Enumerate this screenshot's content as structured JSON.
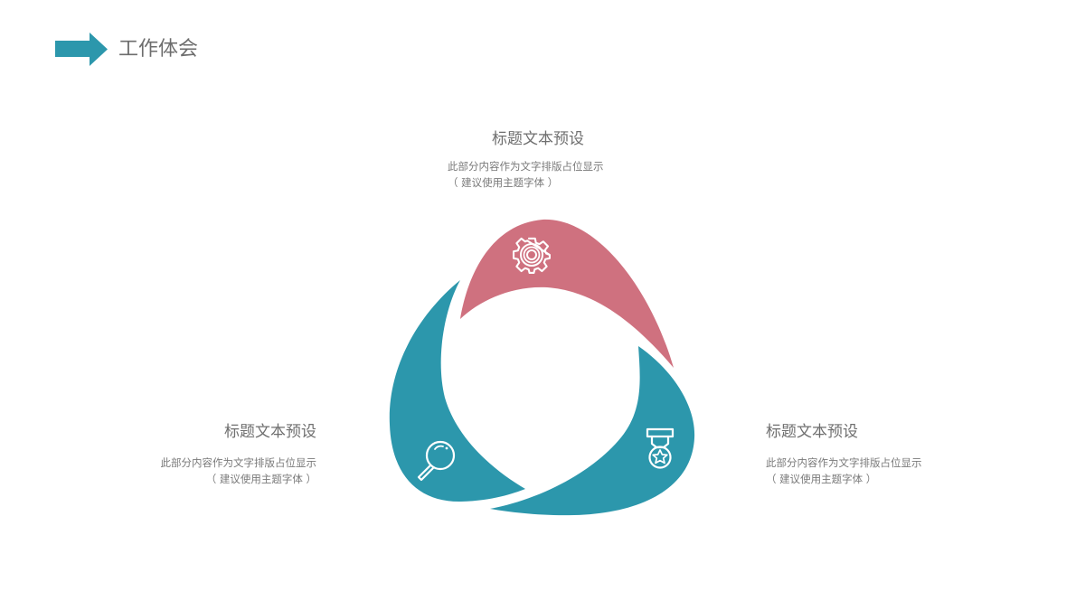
{
  "header": {
    "title": "工作体会",
    "icon": "arrow-right-icon",
    "accent_color": "#2C97AC"
  },
  "colors": {
    "teal": "#2C97AC",
    "pink": "#CF717F",
    "icon_stroke": "#ffffff",
    "title_text": "#6f6f6f",
    "desc_text": "#7a7a7a"
  },
  "cycle": {
    "segments": [
      {
        "id": "top",
        "color": "#CF717F",
        "icon": "gear-icon",
        "title": "标题文本预设",
        "desc_line1": "此部分内容作为文字排版占位显示",
        "desc_line2": "（ 建议使用主题字体 ）"
      },
      {
        "id": "left",
        "color": "#2C97AC",
        "icon": "magnifier-icon",
        "title": "标题文本预设",
        "desc_line1": "此部分内容作为文字排版占位显示",
        "desc_line2": "（ 建议使用主题字体 ）"
      },
      {
        "id": "right",
        "color": "#2C97AC",
        "icon": "medal-icon",
        "title": "标题文本预设",
        "desc_line1": "此部分内容作为文字排版占位显示",
        "desc_line2": "（ 建议使用主题字体 ）"
      }
    ]
  }
}
